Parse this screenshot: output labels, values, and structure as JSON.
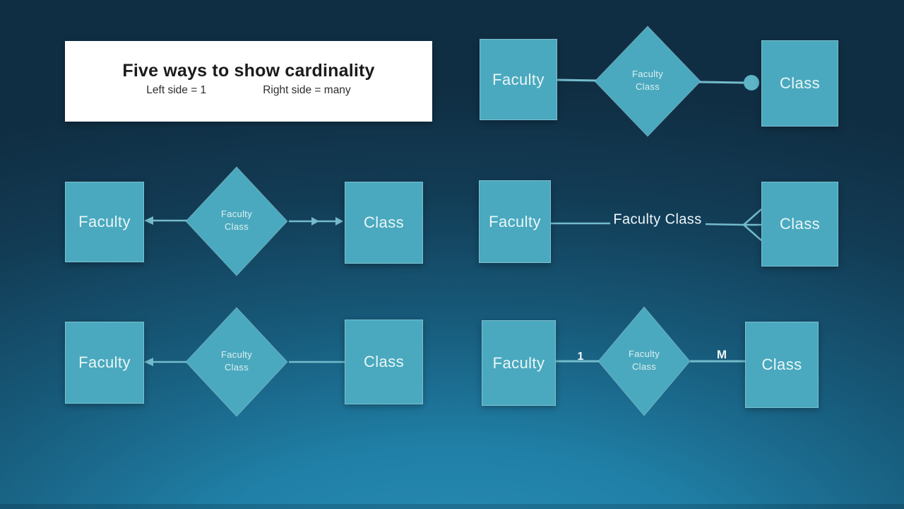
{
  "title_card": {
    "title": "Five ways to show cardinality",
    "legend_left": "Left side = 1",
    "legend_right": "Right side = many"
  },
  "diagrams": [
    {
      "name": "dot-notation",
      "left_entity": "Faculty",
      "diamond_line1": "Faculty",
      "diamond_line2": "Class",
      "right_entity": "Class",
      "right_marker_icon": "filled-circle-many-marker"
    },
    {
      "name": "arrow-notation",
      "left_entity": "Faculty",
      "diamond_line1": "Faculty",
      "diamond_line2": "Class",
      "right_entity": "Class",
      "left_marker_icon": "single-arrowhead",
      "right_marker_icon": "double-arrowhead"
    },
    {
      "name": "crow-foot-notation",
      "left_entity": "Faculty",
      "line_label": "Faculty Class",
      "right_entity": "Class",
      "right_marker_icon": "crow-foot"
    },
    {
      "name": "single-arrow-notation",
      "left_entity": "Faculty",
      "diamond_line1": "Faculty",
      "diamond_line2": "Class",
      "right_entity": "Class",
      "left_marker_icon": "single-arrowhead"
    },
    {
      "name": "one-to-many-notation",
      "left_entity": "Faculty",
      "left_cardinality": "1",
      "diamond_line1": "Faculty",
      "diamond_line2": "Class",
      "right_cardinality": "M",
      "right_entity": "Class"
    }
  ],
  "colors": {
    "shape_fill": "#4aa9be",
    "connector": "#74bbcc",
    "marker": "#5db4c7",
    "background_top": "#102e43",
    "background_bottom": "#2080a7",
    "card_background": "#ffffff",
    "card_text": "#1b1b1b"
  }
}
